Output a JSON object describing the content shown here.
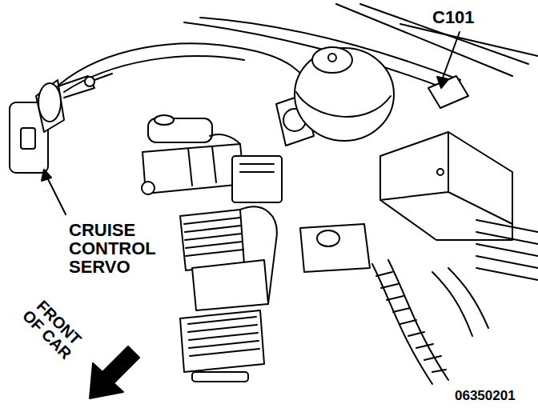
{
  "diagram": {
    "labels": [
      "C101",
      "CRUISE CONTROL SERVO",
      "FRONT OF CAR",
      "06350201"
    ]
  }
}
